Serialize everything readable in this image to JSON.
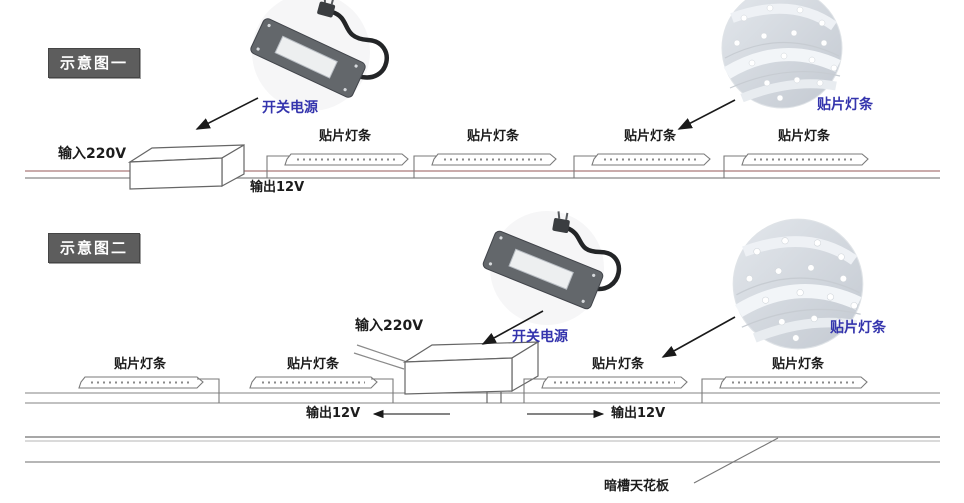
{
  "colors": {
    "accent_blue": "#3434ad",
    "badge_bg": "#5d5d5d",
    "badge_text": "#ffffff",
    "wire_red": "#b98f8f",
    "wire_gray": "#9c9c9c",
    "text_dark": "#1c1c1c"
  },
  "diagram1": {
    "badge": "示意图一",
    "input_label": "输入220V",
    "output_label": "输出12V",
    "power_supply_label": "开关电源",
    "strip_callout_label": "贴片灯条",
    "strip_labels": [
      "贴片灯条",
      "贴片灯条",
      "贴片灯条",
      "贴片灯条"
    ]
  },
  "diagram2": {
    "badge": "示意图二",
    "input_label": "输入220V",
    "output_label_left": "输出12V",
    "output_label_right": "输出12V",
    "power_supply_label": "开关电源",
    "strip_callout_label": "贴片灯条",
    "strip_labels": [
      "贴片灯条",
      "贴片灯条",
      "贴片灯条",
      "贴片灯条"
    ],
    "ceiling_label": "暗槽天花板"
  }
}
